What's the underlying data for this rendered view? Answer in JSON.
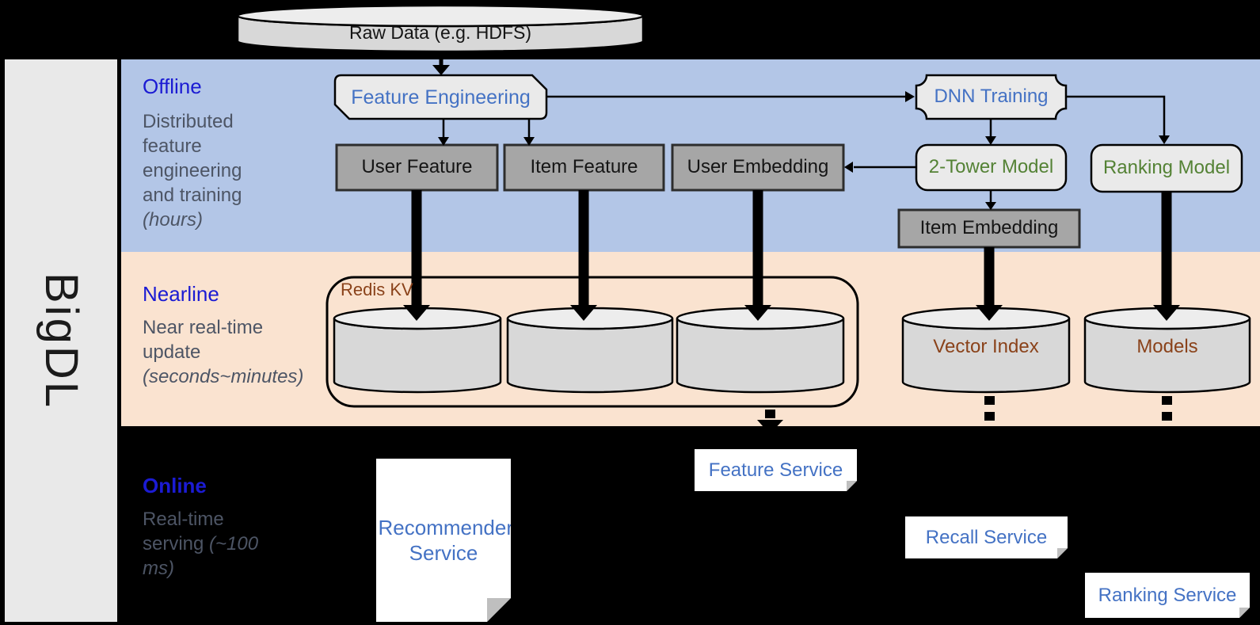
{
  "sidebar": {
    "label": "BigDL"
  },
  "raw_data_store": {
    "label": "Raw Data (e.g. HDFS)"
  },
  "sections": {
    "offline": {
      "title": "Offline",
      "desc": "Distributed feature engineering and training",
      "desc_note": "(hours)"
    },
    "nearline": {
      "title": "Nearline",
      "desc": "Near real-time update",
      "desc_note": "(seconds~minutes)"
    },
    "online": {
      "title": "Online",
      "desc": "Real-time serving",
      "desc_note": "(~100 ms)"
    }
  },
  "offline_nodes": {
    "feature_engineering": "Feature Engineering",
    "dnn_training": "DNN Training",
    "user_feature": "User Feature",
    "item_feature": "Item Feature",
    "user_embedding": "User Embedding",
    "two_tower_model": "2-Tower Model",
    "ranking_model": "Ranking Model",
    "item_embedding": "Item Embedding"
  },
  "nearline_nodes": {
    "redis_kv": "Redis KV",
    "vector_index": "Vector Index",
    "models": "Models"
  },
  "online_nodes": {
    "recommender_service": "Recommender Service",
    "feature_service": "Feature Service",
    "recall_service": "Recall Service",
    "ranking_service": "Ranking Service"
  },
  "colors": {
    "offline_bg": "#B3C6E7",
    "nearline_bg": "#FAE3D0",
    "box_gray": "#A6A6A6",
    "shape_light": "#EAEAEA",
    "cylinder_body": "#D8D8D8",
    "cylinder_top": "#EDEDED",
    "sidebar_bg": "#E9E9E9",
    "accent_blue": "#4472C4",
    "accent_green": "#548235",
    "accent_brown": "#8A421A",
    "header_blue": "#1B1BD3",
    "subtitle_gray": "#4D5565",
    "text_dark": "#151515",
    "fold_gray": "#BFBFBF",
    "bg_black": "#000000"
  }
}
